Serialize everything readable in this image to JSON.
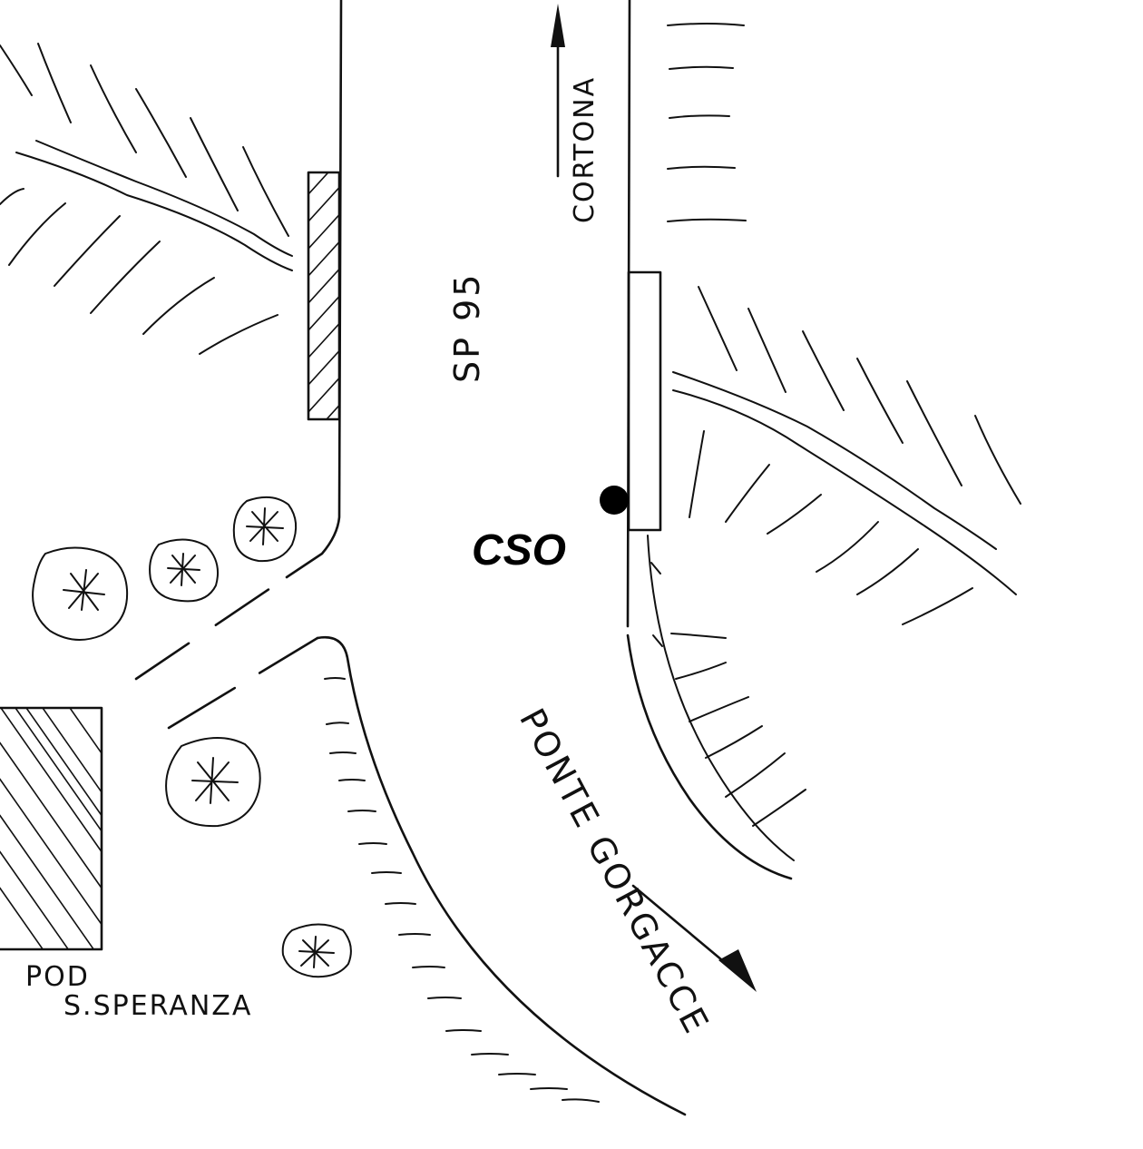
{
  "labels": {
    "cso": "CSO",
    "road": "SP 95",
    "north_direction": "CORTONA",
    "south_direction": "PONTE GORGACCE",
    "farm_line1": "POD",
    "farm_line2": "S.SPERANZA"
  },
  "colors": {
    "ink": "#111111",
    "background": "#ffffff"
  },
  "icons": {
    "marker": "filled-circle",
    "north_arrow": "arrow-up",
    "south_arrow": "arrow-down-right"
  }
}
